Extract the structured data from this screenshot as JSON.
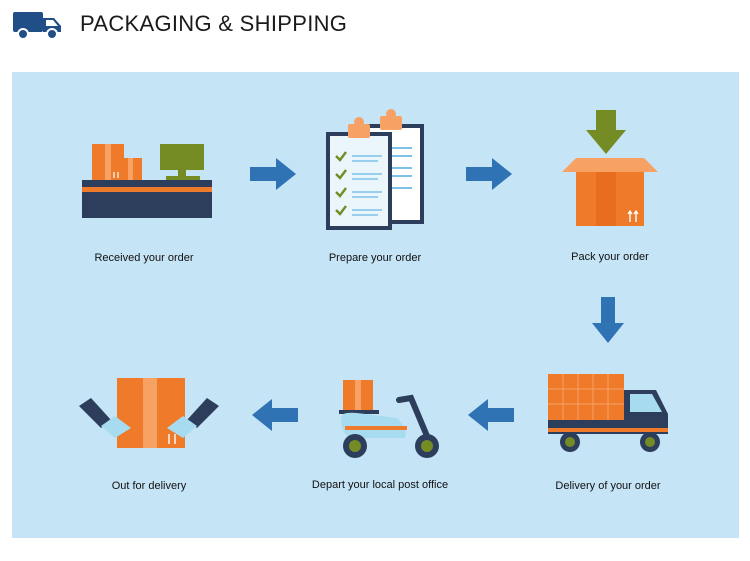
{
  "header": {
    "title": "PACKAGING & SHIPPING",
    "icon": "truck-icon"
  },
  "colors": {
    "panel_bg": "#c5e4f6",
    "navy": "#2c3e5c",
    "orange": "#ee7a2a",
    "orange_light": "#f7a165",
    "green": "#758b24",
    "blue_arrow": "#2f73b5",
    "light_blue": "#a7dcf0"
  },
  "steps": [
    {
      "label": "Received your order",
      "icon": "desk-computer-icon"
    },
    {
      "label": "Prepare your order",
      "icon": "clipboard-checklist-icon"
    },
    {
      "label": "Pack your order",
      "icon": "open-box-icon"
    },
    {
      "label": "Delivery of your order",
      "icon": "delivery-truck-icon"
    },
    {
      "label": "Depart your local post office",
      "icon": "scooter-icon"
    },
    {
      "label": "Out for delivery",
      "icon": "hands-box-icon"
    }
  ]
}
